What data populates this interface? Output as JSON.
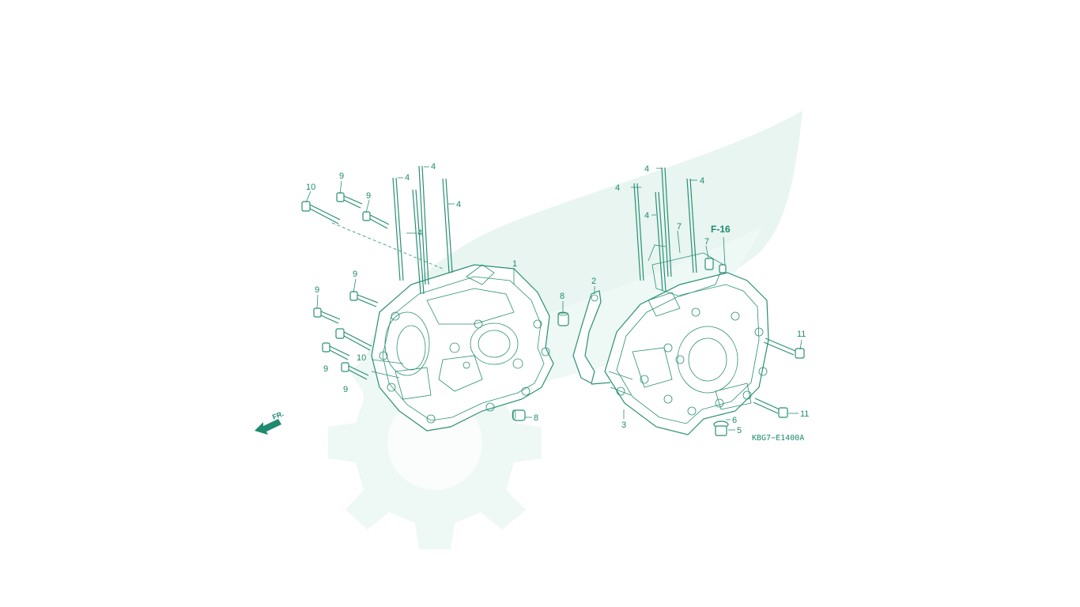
{
  "diagram": {
    "reference_code": "KBG7−E1400A",
    "cross_reference": "F-16",
    "front_marker": "FR.",
    "callouts": {
      "c1": "1",
      "c2": "2",
      "c3": "3",
      "c4a": "4",
      "c4b": "4",
      "c4c": "4",
      "c4d": "4",
      "c4e": "4",
      "c4f": "4",
      "c4g": "4",
      "c4h": "4",
      "c5": "5",
      "c6": "6",
      "c7a": "7",
      "c7b": "7",
      "c8a": "8",
      "c8b": "8",
      "c9a": "9",
      "c9b": "9",
      "c9c": "9",
      "c9d": "9",
      "c9e": "9",
      "c9f": "9",
      "c10a": "10",
      "c10b": "10",
      "c11a": "11",
      "c11b": "11"
    },
    "colors": {
      "line": "#2a8f75",
      "text": "#1e8a70",
      "watermark": "#e6f4f0"
    }
  }
}
